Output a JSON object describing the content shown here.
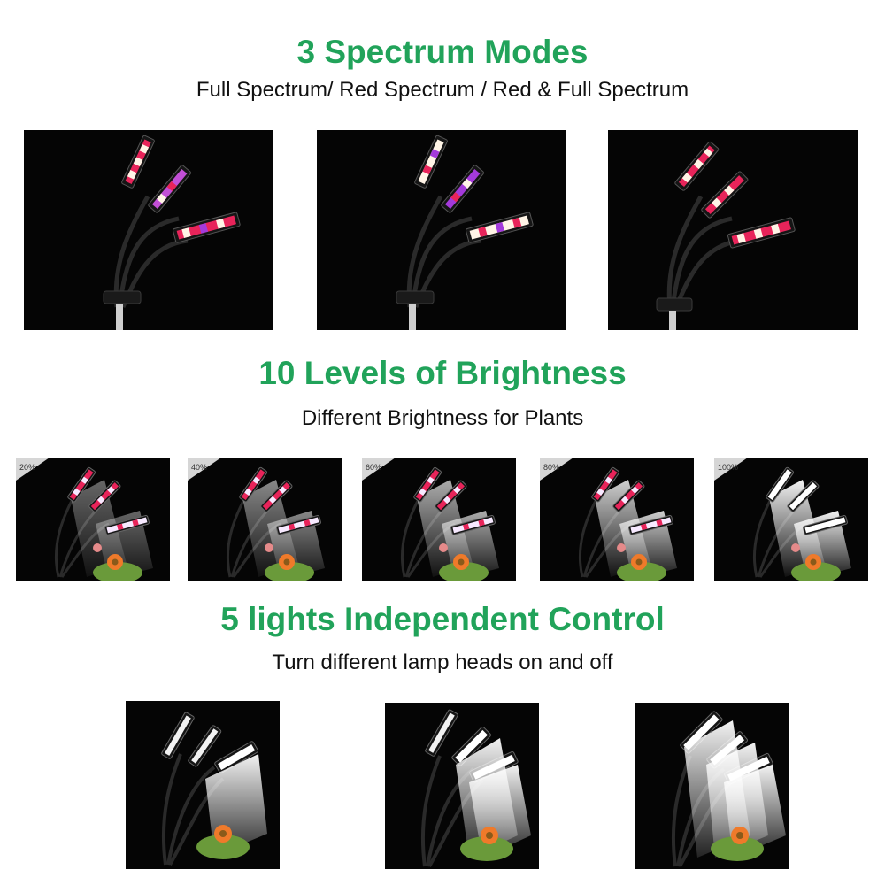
{
  "sections": {
    "spectrum": {
      "title": "3 Spectrum Modes",
      "subtitle": "Full Spectrum/ Red Spectrum / Red & Full Spectrum"
    },
    "brightness": {
      "title": "10 Levels of Brightness",
      "subtitle": "Different Brightness for Plants",
      "levels": [
        "20%",
        "40%",
        "60%",
        "80%",
        "100%"
      ],
      "level_fractions": [
        0.2,
        0.4,
        0.6,
        0.8,
        1.0
      ]
    },
    "control": {
      "title": "5 lights Independent Control",
      "subtitle": "Turn different lamp heads on and off"
    }
  },
  "colors": {
    "accent": "#21a35a",
    "panel_bg": "#050505",
    "led_red": "#e8245a",
    "led_purple": "#a43adb",
    "led_white": "#fff4e6"
  }
}
